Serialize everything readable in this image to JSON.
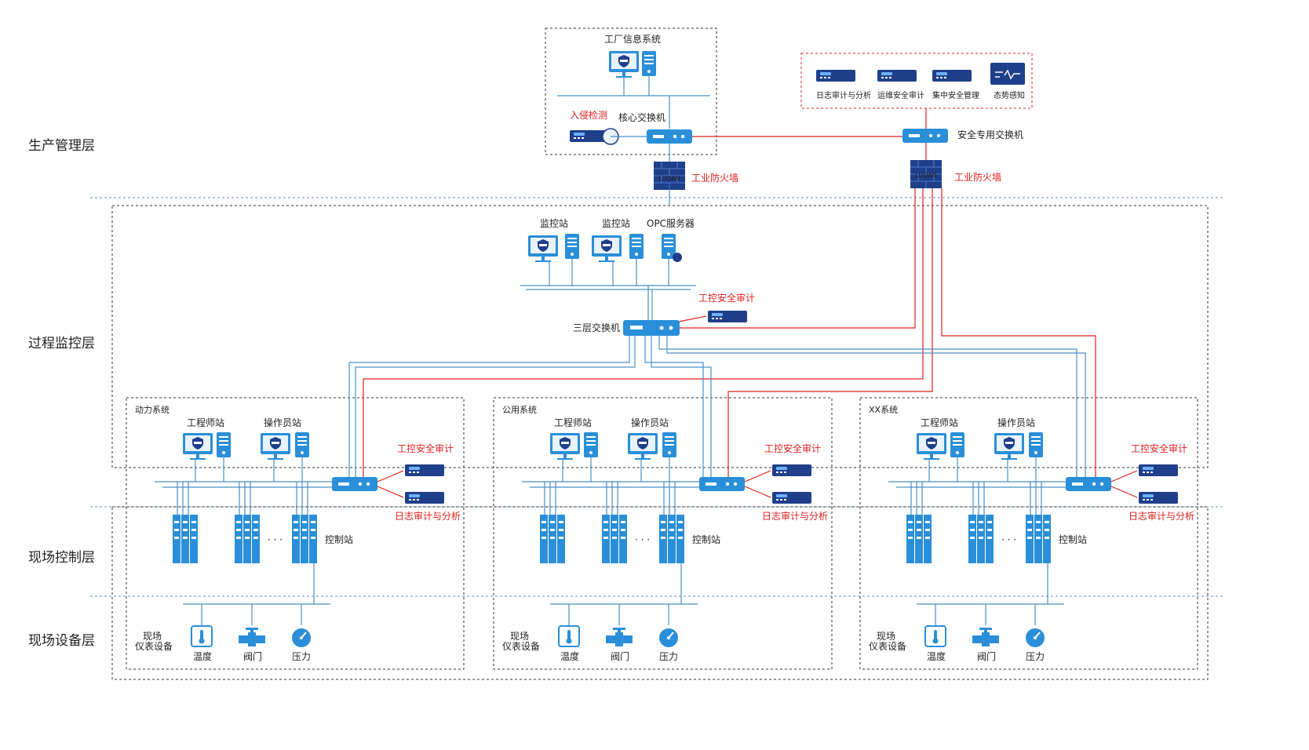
{
  "layers": [
    "生产管理层",
    "过程监控层",
    "现场控制层",
    "现场设备层"
  ],
  "top": {
    "factory_info_system": "工厂信息系统",
    "intrusion_detection": "入侵检测",
    "core_switch": "核心交换机",
    "industrial_firewall": "工业防火墙",
    "security_switch": "安全专用交换机",
    "security_devices": [
      "日志审计与分析",
      "运维安全审计",
      "集中安全管理",
      "态势感知"
    ],
    "firewall_logo": "LUOAN"
  },
  "monitor": {
    "stations": [
      "监控站",
      "监控站",
      "OPC服务器"
    ],
    "audit": "工控安全审计",
    "l3_switch": "三层交换机"
  },
  "subsystems": [
    {
      "name": "动力系统",
      "engineer": "工程师站",
      "operator": "操作员站",
      "audit": "工控安全审计",
      "log": "日志审计与分析",
      "control": "控制站",
      "ellipsis": "· · ·",
      "field_label": "现场\n仪表设备",
      "field_items": [
        "温度",
        "阀门",
        "压力"
      ]
    },
    {
      "name": "公用系统",
      "engineer": "工程师站",
      "operator": "操作员站",
      "audit": "工控安全审计",
      "log": "日志审计与分析",
      "control": "控制站",
      "ellipsis": "· · ·",
      "field_label": "现场\n仪表设备",
      "field_items": [
        "温度",
        "阀门",
        "压力"
      ]
    },
    {
      "name": "XX系统",
      "engineer": "工程师站",
      "operator": "操作员站",
      "audit": "工控安全审计",
      "log": "日志审计与分析",
      "control": "控制站",
      "ellipsis": "· · ·",
      "field_label": "现场\n仪表设备",
      "field_items": [
        "温度",
        "阀门",
        "压力"
      ]
    }
  ],
  "colors": {
    "device_blue": "#2a8fd8",
    "device_navy": "#1f3f8a",
    "link_blue": "#4a90c8",
    "link_red": "#e02020"
  }
}
